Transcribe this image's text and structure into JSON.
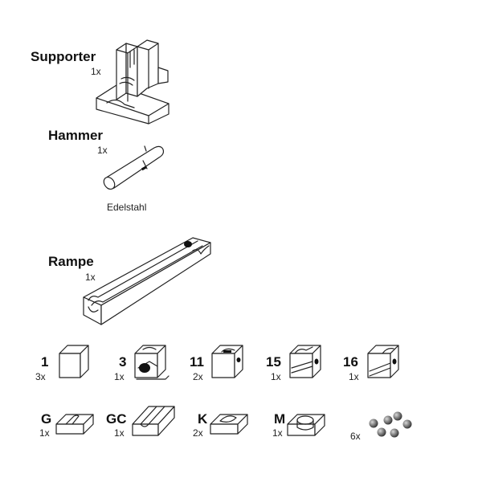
{
  "parts": [
    {
      "id": "supporter",
      "name": "Supporter",
      "qty": "1x",
      "icon": "supporter-icon"
    },
    {
      "id": "hammer",
      "name": "Hammer",
      "qty": "1x",
      "note": "Edelstahl",
      "icon": "hammer-icon"
    },
    {
      "id": "rampe",
      "name": "Rampe",
      "qty": "1x",
      "icon": "rampe-icon"
    }
  ],
  "cubes": [
    {
      "code": "1",
      "qty": "3x",
      "icon": "cube-1-icon"
    },
    {
      "code": "3",
      "qty": "1x",
      "icon": "cube-3-icon"
    },
    {
      "code": "11",
      "qty": "2x",
      "icon": "cube-11-icon"
    },
    {
      "code": "15",
      "qty": "1x",
      "icon": "cube-15-icon"
    },
    {
      "code": "16",
      "qty": "1x",
      "icon": "cube-16-icon"
    }
  ],
  "tiles": [
    {
      "code": "G",
      "qty": "1x",
      "icon": "tile-g-icon"
    },
    {
      "code": "GC",
      "qty": "1x",
      "icon": "tile-gc-icon"
    },
    {
      "code": "K",
      "qty": "2x",
      "icon": "tile-k-icon"
    },
    {
      "code": "M",
      "qty": "1x",
      "icon": "tile-m-icon"
    }
  ],
  "balls": {
    "qty": "6x",
    "icon": "marbles-icon"
  }
}
